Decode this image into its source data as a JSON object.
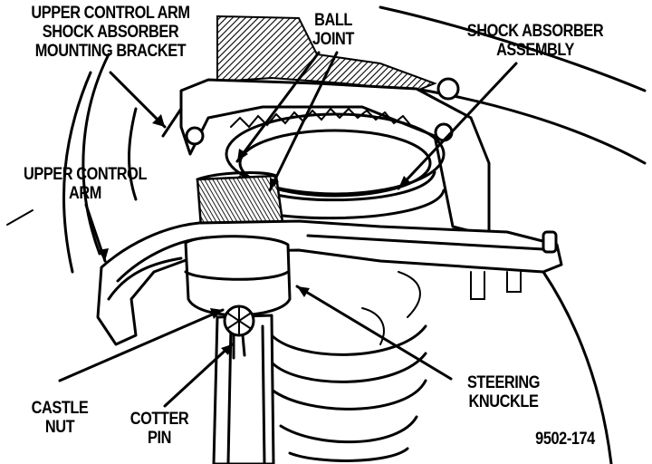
{
  "labels": {
    "upper_bracket": [
      "UPPER CONTROL ARM",
      "SHOCK ABSORBER",
      "MOUNTING BRACKET"
    ],
    "ball_joint": [
      "BALL",
      "JOINT"
    ],
    "shock_assembly": [
      "SHOCK ABSORBER",
      "ASSEMBLY"
    ],
    "upper_arm": [
      "UPPER CONTROL",
      "ARM"
    ],
    "steering_knuckle": [
      "STEERING",
      "KNUCKLE"
    ],
    "castle_nut": [
      "CASTLE",
      "NUT"
    ],
    "cotter_pin": [
      "COTTER",
      "PIN"
    ],
    "figure_id": "9502-174"
  },
  "colors": {
    "ink": "#000000",
    "paper": "#ffffff"
  }
}
